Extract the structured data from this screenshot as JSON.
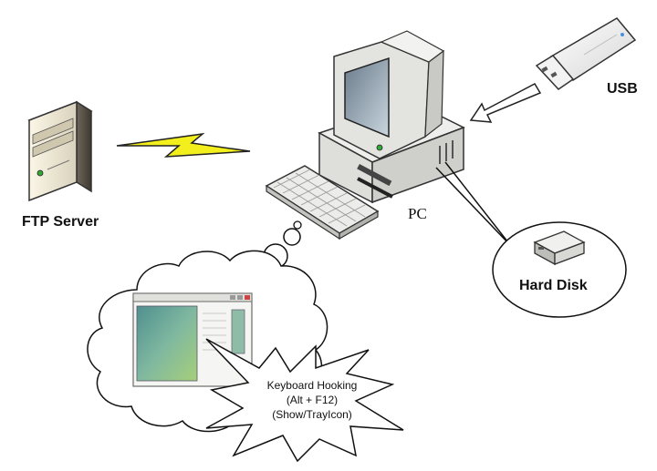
{
  "labels": {
    "ftp_server": "FTP Server",
    "usb": "USB",
    "pc": "PC",
    "hard_disk": "Hard Disk"
  },
  "hooking_callout": {
    "line1": "Keyboard Hooking",
    "line2": "(Alt + F12)",
    "line3": "(Show/TrayIcon)"
  },
  "colors": {
    "bolt": "#f2ef1c",
    "arrow_fill": "#ffffff",
    "device_body": "#e9e9e6",
    "window_accent": "#5c9a8a"
  },
  "icons": {
    "server": "ftp-server-icon",
    "pc": "desktop-pc-icon",
    "usb": "usb-drive-icon",
    "keyboard": "keyboard-icon",
    "hard_disk": "hard-disk-icon",
    "window": "app-window-icon"
  }
}
